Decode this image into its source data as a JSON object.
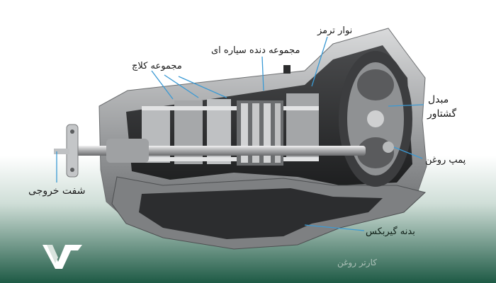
{
  "labels": {
    "brake_band": "نوار ترمز",
    "planetary_gear_set": "مجموعه دنده سیاره ای",
    "clutch_pack": "مجموعه کلاچ",
    "torque_converter_line1": "مبدل",
    "torque_converter_line2": "گشتاور",
    "oil_pump": "پمپ روغن",
    "output_shaft": "شفت خروجی",
    "gearbox_housing": "بدنه گیربکس",
    "oil_pan": "کارتر روغن"
  },
  "colors": {
    "background_top": "#ffffff",
    "background_bottom": "#1e5a45",
    "leader_line": "#3b9ad4",
    "text": "#1a1a1a"
  },
  "logo": {
    "icon": "brand-logo-icon"
  }
}
